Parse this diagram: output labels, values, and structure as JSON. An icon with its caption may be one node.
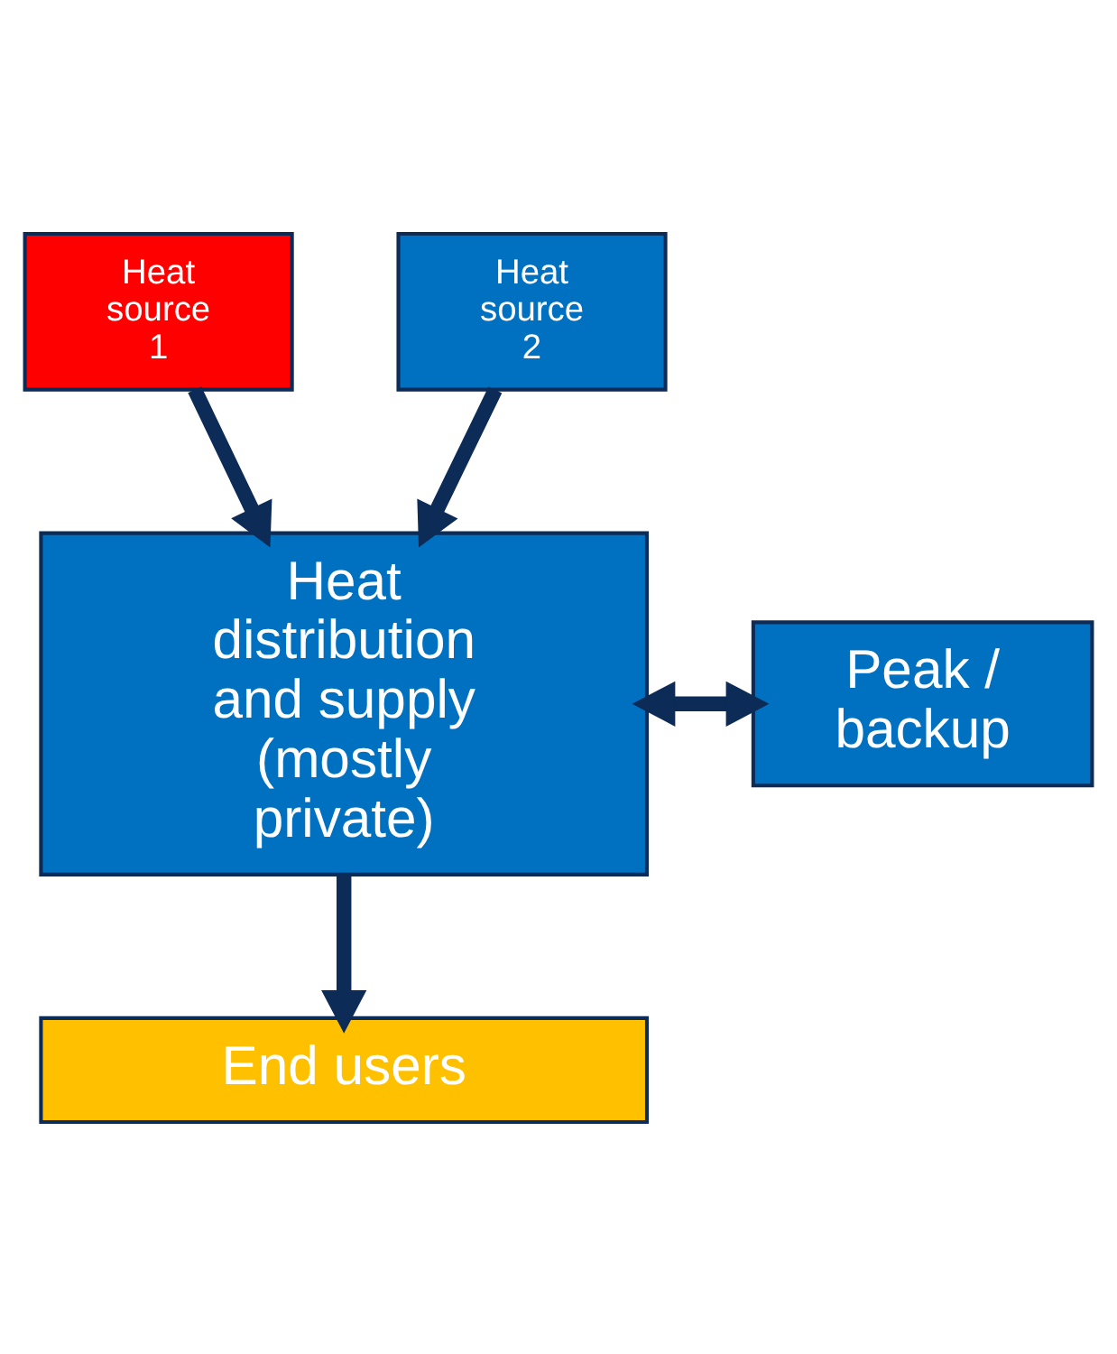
{
  "diagram": {
    "nodes": [
      {
        "text": [
          "Heat source 1"
        ]
      },
      {
        "text": [
          "Heat source 2"
        ]
      },
      {
        "text": [
          "Heat distribution and supply (mostly private)"
        ]
      },
      {
        "text": [
          "Peak / backup"
        ]
      },
      {
        "text": [
          "End users"
        ]
      }
    ],
    "edges": [
      {
        "from": 0,
        "to": 2,
        "arrow": "to"
      },
      {
        "from": 1,
        "to": 2,
        "arrow": "to"
      },
      {
        "from": 2,
        "to": 3,
        "arrow": "both"
      },
      {
        "from": 2,
        "to": 4,
        "arrow": "to"
      }
    ]
  }
}
